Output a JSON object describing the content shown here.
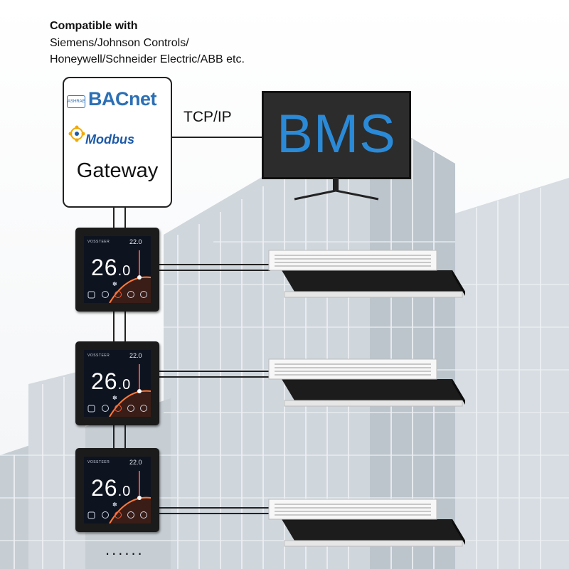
{
  "compat": {
    "title": "Compatible with",
    "line1": "Siemens/Johnson Controls/",
    "line2": "Honeywell/Schneider Electric/ABB etc."
  },
  "gateway": {
    "bacnet": "BACnet",
    "ashrae": "ASHRAE",
    "modbus": "Modbus",
    "label": "Gateway"
  },
  "link_label": "TCP/IP",
  "bms_label": "BMS",
  "thermostats": [
    {
      "brand": "VOSSTEER",
      "setpoint": "22.0",
      "temp": "26",
      "temp_decimal": ".0"
    },
    {
      "brand": "VOSSTEER",
      "setpoint": "22.0",
      "temp": "26",
      "temp_decimal": ".0"
    },
    {
      "brand": "VOSSTEER",
      "setpoint": "22.0",
      "temp": "26",
      "temp_decimal": ".0"
    }
  ],
  "continuation": "......",
  "colors": {
    "bms_text": "#2a8ad8",
    "bacnet_blue": "#2b6fb5",
    "modbus_blue": "#1d5aa8",
    "line": "#222222"
  }
}
